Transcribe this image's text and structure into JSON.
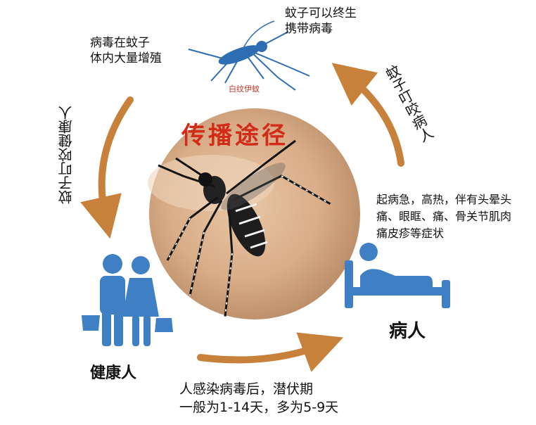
{
  "title": "传播途径",
  "mosquito_label": "白纹伊蚊",
  "mosquito_carry": [
    "蚊子可以终生",
    "携带病毒"
  ],
  "virus_multiply": [
    "病毒在蚊子",
    "体内大量增殖"
  ],
  "bite_healthy": "蚊子叮咬健康人",
  "bite_patient": "蚊子叮咬病人",
  "symptoms": "起病急，高热，伴有头晕头痛、眼眶、痛、骨关节肌肉痛皮疹等症状",
  "patient_label": "病人",
  "healthy_label": "健康人",
  "incubation": [
    "人感染病毒后，潜伏期",
    "一般为1-14天，多为5-9天"
  ],
  "colors": {
    "arrow": "#c8813a",
    "icon_blue": "#3f7fc4",
    "title_red": "#d22b18"
  },
  "icons": [
    "mosquito-outline-icon",
    "mosquito-photo",
    "couple-shopping-icon",
    "patient-in-bed-icon"
  ]
}
